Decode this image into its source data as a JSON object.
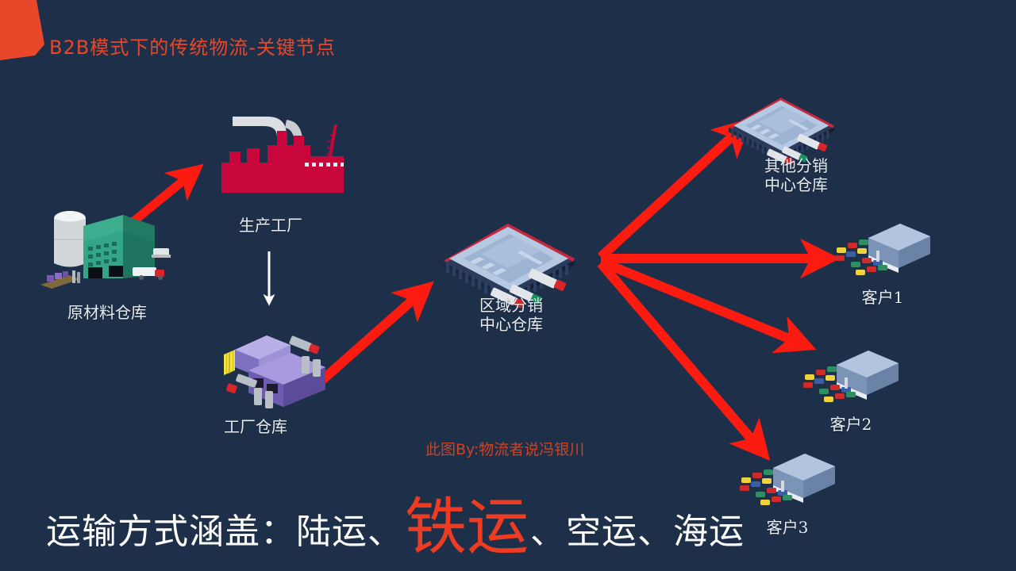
{
  "slide": {
    "title": "B2B模式下的传统物流-关键节点",
    "background_color": "#1e3049",
    "accent_color": "#e8472a",
    "arrow_color": "#fb1b10",
    "label_color": "#e9eef5"
  },
  "corner": {
    "name": "corner-pentagon",
    "color": "#e8472a"
  },
  "nodes": [
    {
      "id": "raw-material-warehouse",
      "label": "原材料仓库",
      "icon": "green-warehouse-with-silo-icon",
      "color": "#2e9e7f"
    },
    {
      "id": "production-factory",
      "label": "生产工厂",
      "icon": "factory-with-smokestacks-icon",
      "color": "#c8063c"
    },
    {
      "id": "factory-warehouse",
      "label": "工厂仓库",
      "icon": "purple-warehouse-icon",
      "color": "#6b4fa8"
    },
    {
      "id": "regional-distribution-center",
      "label": "区域分销\n中心仓库",
      "icon": "blue-distribution-center-icon",
      "color": "#9fb6d4"
    },
    {
      "id": "other-distribution-center",
      "label": "其他分销\n中心仓库",
      "icon": "blue-distribution-center-icon",
      "color": "#9fb6d4"
    },
    {
      "id": "customer-1",
      "label": "客户1",
      "icon": "retail-store-with-parking-icon",
      "color": "#8fa7c8"
    },
    {
      "id": "customer-2",
      "label": "客户2",
      "icon": "retail-store-with-parking-icon",
      "color": "#8fa7c8"
    },
    {
      "id": "customer-3",
      "label": "客户3",
      "icon": "retail-store-with-parking-icon",
      "color": "#8fa7c8"
    }
  ],
  "arrows": [
    {
      "id": "raw-to-factory",
      "style": "red-thick",
      "from": "原材料仓库",
      "to": "生产工厂"
    },
    {
      "id": "factory-to-factory-warehouse",
      "style": "white-thin",
      "from": "生产工厂",
      "to": "工厂仓库"
    },
    {
      "id": "factory-warehouse-to-rdc",
      "style": "red-thick",
      "from": "工厂仓库",
      "to": "区域分销中心仓库"
    },
    {
      "id": "rdc-to-other-dc",
      "style": "red-thick",
      "from": "区域分销中心仓库",
      "to": "其他分销中心仓库"
    },
    {
      "id": "rdc-to-customer-1",
      "style": "red-thick",
      "from": "区域分销中心仓库",
      "to": "客户1"
    },
    {
      "id": "rdc-to-customer-2",
      "style": "red-thick",
      "from": "区域分销中心仓库",
      "to": "客户2"
    },
    {
      "id": "rdc-to-customer-3",
      "style": "red-thick",
      "from": "区域分销中心仓库",
      "to": "客户3"
    }
  ],
  "watermark": {
    "text": "此图By:物流者说冯银川",
    "color": "#d8431f"
  },
  "footer": {
    "prefix": "运输方式涵盖：陆运、",
    "emphasis": "铁运",
    "suffix": "、空运、海运",
    "emphasis_color": "#ef3b21"
  }
}
